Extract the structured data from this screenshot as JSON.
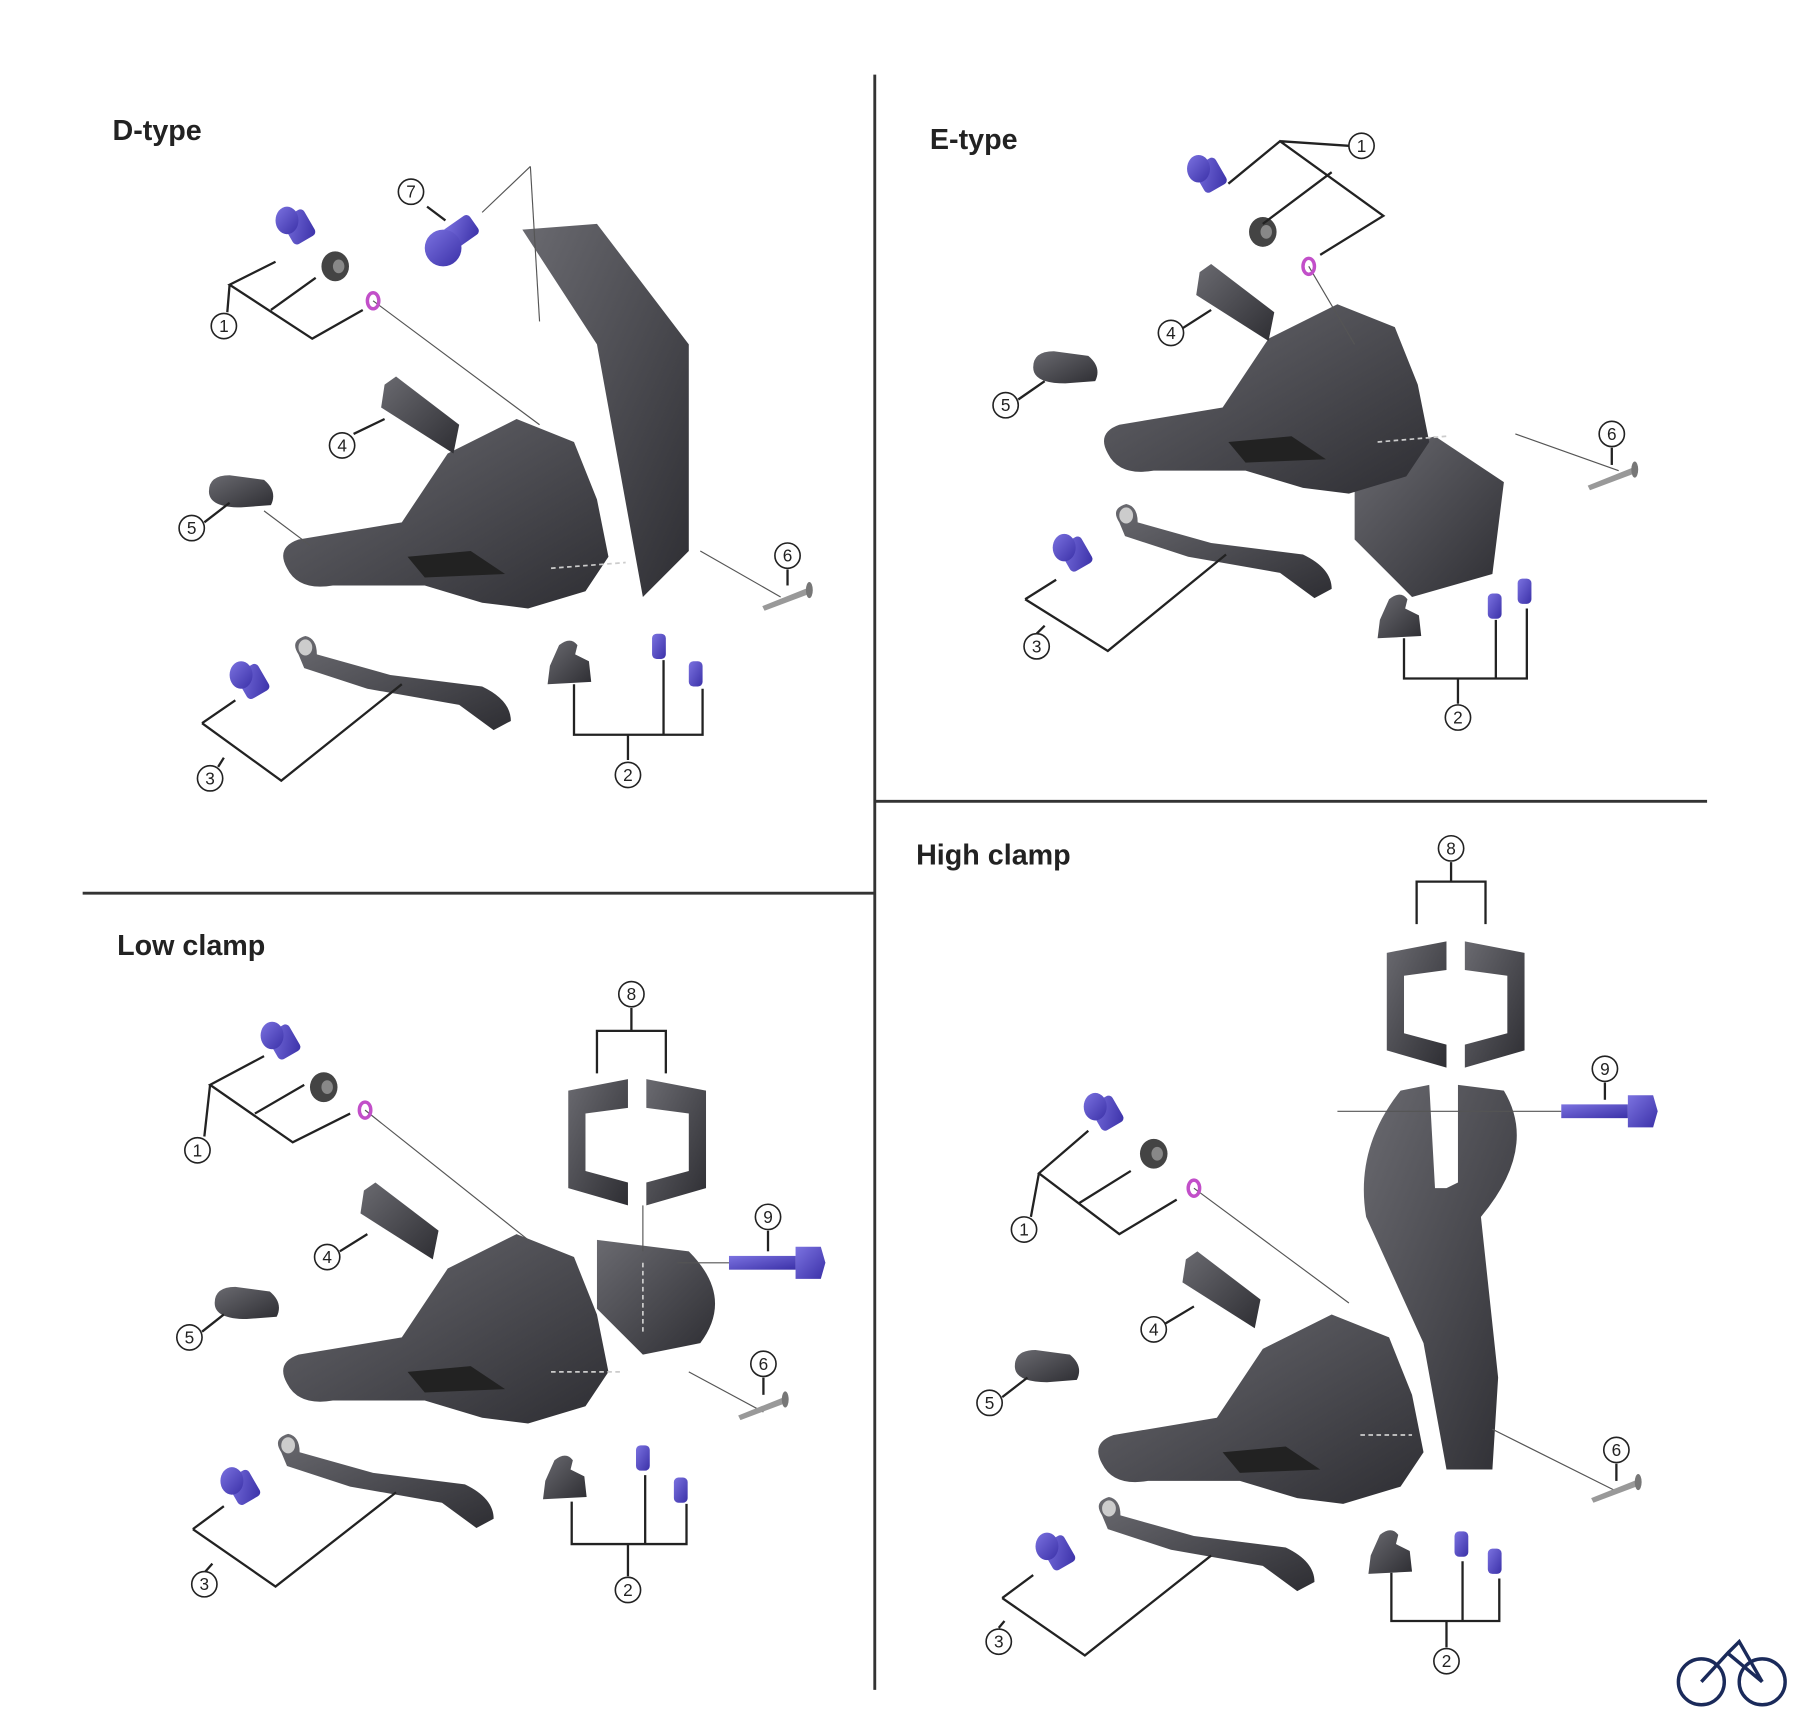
{
  "panels": [
    {
      "title": "D-type",
      "callouts": [
        "1",
        "2",
        "3",
        "4",
        "5",
        "6",
        "7"
      ]
    },
    {
      "title": "E-type",
      "callouts": [
        "1",
        "2",
        "3",
        "4",
        "5",
        "6"
      ]
    },
    {
      "title": "Low clamp",
      "callouts": [
        "1",
        "2",
        "3",
        "4",
        "5",
        "6",
        "8",
        "9"
      ]
    },
    {
      "title": "High clamp",
      "callouts": [
        "1",
        "2",
        "3",
        "4",
        "5",
        "6",
        "8",
        "9"
      ]
    }
  ],
  "colors": {
    "part": "#3f3f44",
    "bolt": "#5a4fc9",
    "oring": "#c24fc9",
    "line": "#222222"
  }
}
